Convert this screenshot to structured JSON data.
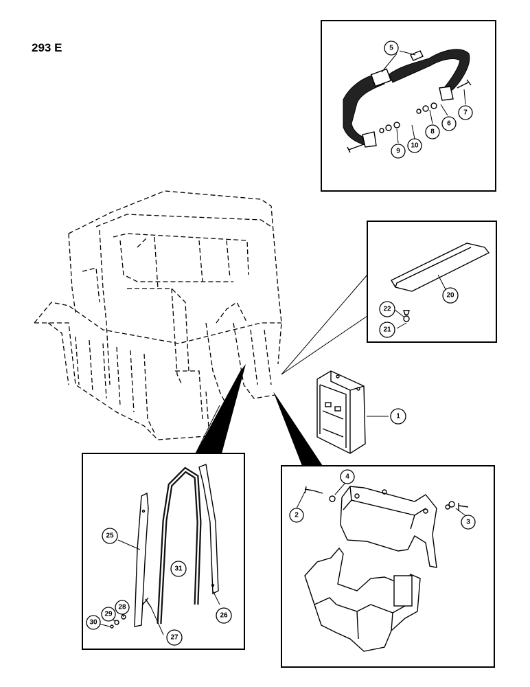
{
  "page": {
    "number": "293 E"
  },
  "callouts": {
    "c1": "1",
    "c2": "2",
    "c3": "3",
    "c4": "4",
    "c5": "5",
    "c6": "6",
    "c7": "7",
    "c8": "8",
    "c9": "9",
    "c10": "10",
    "c20": "20",
    "c21": "21",
    "c22": "22",
    "c25": "25",
    "c26": "26",
    "c27": "27",
    "c28": "28",
    "c29": "29",
    "c30": "30",
    "c31": "31"
  }
}
